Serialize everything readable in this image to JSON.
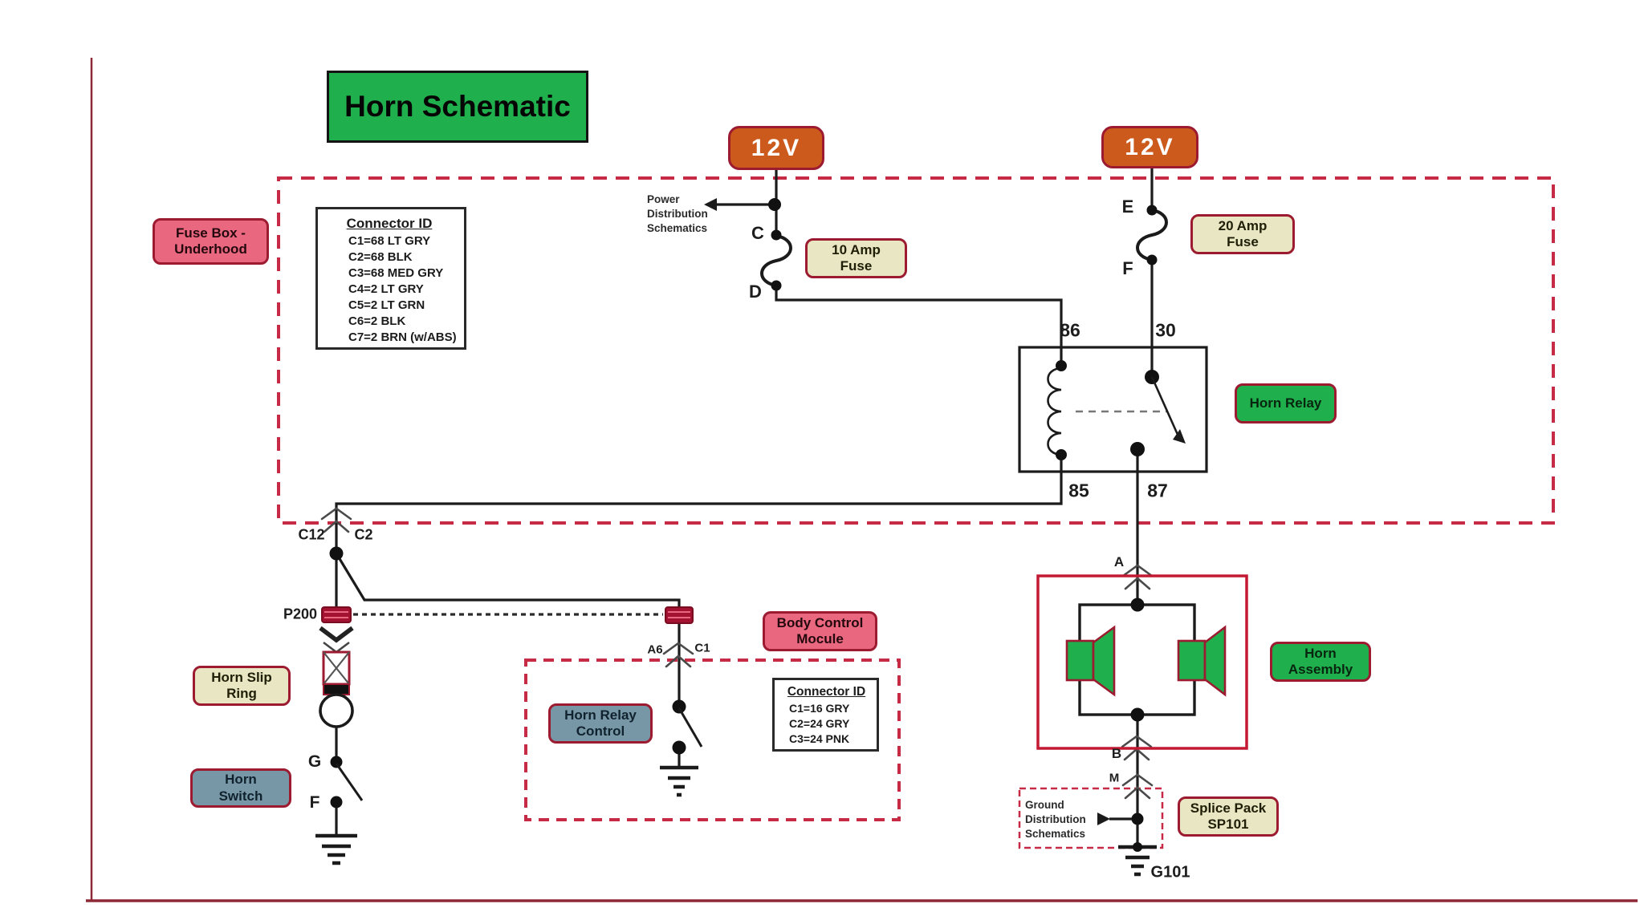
{
  "title": "Horn Schematic",
  "power_sources": {
    "left": "12V",
    "right": "12V"
  },
  "fuses": {
    "left_label": "10 Amp\nFuse",
    "right_label": "20 Amp\nFuse"
  },
  "component_labels": {
    "fuse_box": "Fuse Box -\nUnderhood",
    "horn_relay": "Horn Relay",
    "horn_assembly": "Horn\nAssembly",
    "horn_slip_ring": "Horn Slip\nRing",
    "horn_switch": "Horn\nSwitch",
    "horn_relay_control": "Horn Relay\nControl",
    "body_control_module": "Body Control\nMocule",
    "splice_pack": "Splice Pack\nSP101"
  },
  "notes": {
    "power_distribution": "Power\nDistribution\nSchematics",
    "ground_distribution": "Ground\nDistribution\nSchematics"
  },
  "connector_id_underhood": {
    "title": "Connector ID",
    "entries": [
      "C1=68 LT GRY",
      "C2=68 BLK",
      "C3=68 MED GRY",
      "C4=2 LT GRY",
      "C5=2 LT GRN",
      "C6=2 BLK",
      "C7=2 BRN (w/ABS)"
    ]
  },
  "connector_id_bcm": {
    "title": "Connector ID",
    "entries": [
      "C1=16 GRY",
      "C2=24 GRY",
      "C3=24 PNK"
    ]
  },
  "pins": {
    "c": "C",
    "d": "D",
    "e": "E",
    "f": "F",
    "relay_86": "86",
    "relay_30": "30",
    "relay_85": "85",
    "relay_87": "87",
    "c12": "C12",
    "c2": "C2",
    "p200": "P200",
    "a6": "A6",
    "c1": "C1",
    "g": "G",
    "f_switch": "F",
    "a": "A",
    "b": "B",
    "m": "M",
    "g101": "G101"
  },
  "colors": {
    "green": "#1FAF4C",
    "orange": "#CC5A1D",
    "pink": "#E9677F",
    "beige": "#E9E6C3",
    "blue_gray": "#7897A6",
    "dark_red": "#9C1B30",
    "dashed_red": "#C62A44",
    "wire": "#1B1B1B",
    "frame_red": "#8E2837"
  }
}
